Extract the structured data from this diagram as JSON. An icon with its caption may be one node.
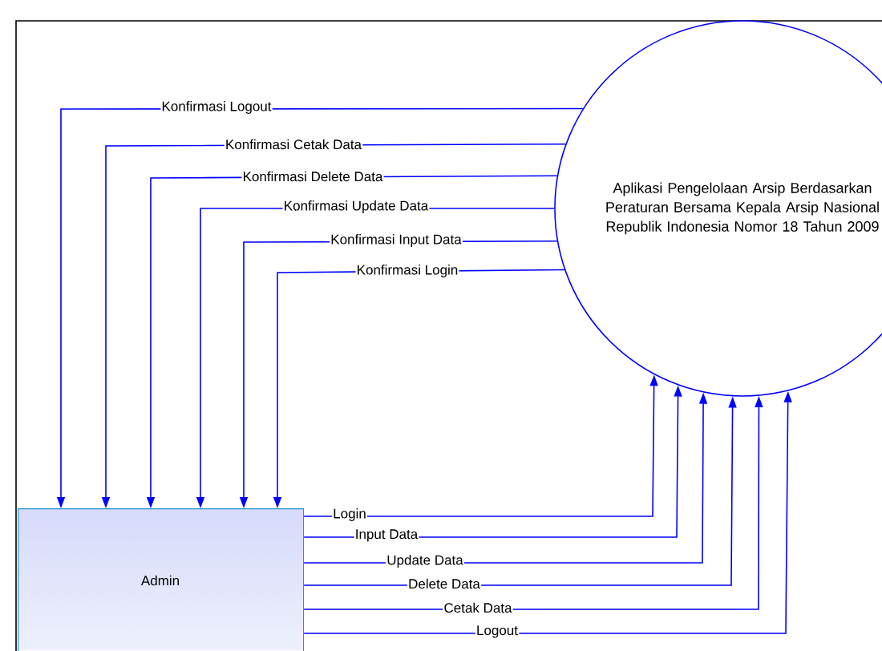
{
  "diagram": {
    "nodes": [
      {
        "text": [
          "Aplikasi Pengelolaan Arsip Berdasarkan Peraturan Bersama Kepala Arsip Nasional Republik Indonesia Nomor 18 Tahun 2009"
        ]
      },
      {
        "text": [
          "Admin"
        ]
      }
    ],
    "edges": [
      {
        "from": 0,
        "to": 1,
        "arrow": "to",
        "label": "Konfirmasi Logout"
      },
      {
        "from": 0,
        "to": 1,
        "arrow": "to",
        "label": "Konfirmasi Cetak Data"
      },
      {
        "from": 0,
        "to": 1,
        "arrow": "to",
        "label": "Konfirmasi Delete Data"
      },
      {
        "from": 0,
        "to": 1,
        "arrow": "to",
        "label": "Konfirmasi Update Data"
      },
      {
        "from": 0,
        "to": 1,
        "arrow": "to",
        "label": "Konfirmasi Input Data"
      },
      {
        "from": 0,
        "to": 1,
        "arrow": "to",
        "label": "Konfirmasi Login"
      },
      {
        "from": 1,
        "to": 0,
        "arrow": "to",
        "label": "Login"
      },
      {
        "from": 1,
        "to": 0,
        "arrow": "to",
        "label": "Input Data"
      },
      {
        "from": 1,
        "to": 0,
        "arrow": "to",
        "label": "Update Data"
      },
      {
        "from": 1,
        "to": 0,
        "arrow": "to",
        "label": "Delete Data"
      },
      {
        "from": 1,
        "to": 0,
        "arrow": "to",
        "label": "Cetak Data"
      },
      {
        "from": 1,
        "to": 0,
        "arrow": "to",
        "label": "Logout"
      }
    ]
  }
}
